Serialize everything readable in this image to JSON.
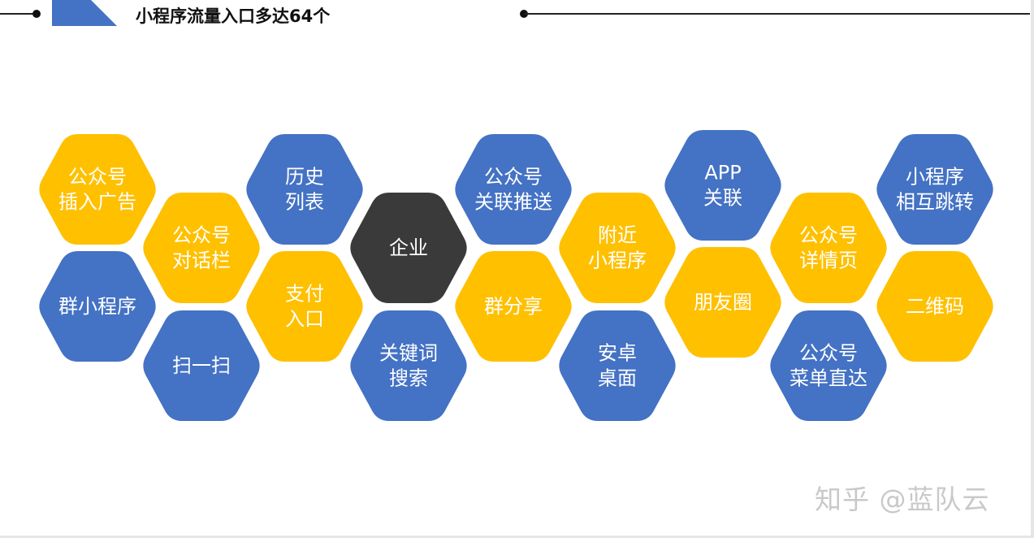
{
  "header": {
    "title": "小程序流量入口多达64个"
  },
  "colors": {
    "yellow": "#FFC000",
    "blue": "#4472C4",
    "dark": "#3A3A3A",
    "text": "#FFFFFF"
  },
  "hexagons": [
    {
      "id": "gzh-ads",
      "lines": [
        "公众号",
        "插入广告"
      ],
      "color": "yellow"
    },
    {
      "id": "qun",
      "lines": [
        "群小程序"
      ],
      "color": "blue"
    },
    {
      "id": "gzh-dialog",
      "lines": [
        "公众号",
        "对话栏"
      ],
      "color": "yellow"
    },
    {
      "id": "scan",
      "lines": [
        "扫一扫"
      ],
      "color": "blue"
    },
    {
      "id": "history",
      "lines": [
        "历史",
        "列表"
      ],
      "color": "blue"
    },
    {
      "id": "pay",
      "lines": [
        "支付",
        "入口"
      ],
      "color": "yellow"
    },
    {
      "id": "enterprise",
      "lines": [
        "企业"
      ],
      "color": "dark"
    },
    {
      "id": "keyword",
      "lines": [
        "关键词",
        "搜索"
      ],
      "color": "blue"
    },
    {
      "id": "gzh-push",
      "lines": [
        "公众号",
        "关联推送"
      ],
      "color": "blue"
    },
    {
      "id": "share",
      "lines": [
        "群分享"
      ],
      "color": "yellow"
    },
    {
      "id": "nearby",
      "lines": [
        "附近",
        "小程序"
      ],
      "color": "yellow"
    },
    {
      "id": "android",
      "lines": [
        "安卓",
        "桌面"
      ],
      "color": "blue"
    },
    {
      "id": "app",
      "lines": [
        "APP",
        "关联"
      ],
      "color": "blue"
    },
    {
      "id": "moments",
      "lines": [
        "朋友圈"
      ],
      "color": "yellow"
    },
    {
      "id": "gzh-detail",
      "lines": [
        "公众号",
        "详情页"
      ],
      "color": "yellow"
    },
    {
      "id": "gzh-menu",
      "lines": [
        "公众号",
        "菜单直达"
      ],
      "color": "blue"
    },
    {
      "id": "mp-jump",
      "lines": [
        "小程序",
        "相互跳转"
      ],
      "color": "blue"
    },
    {
      "id": "qrcode",
      "lines": [
        "二维码"
      ],
      "color": "yellow"
    }
  ],
  "watermark": "知乎 @蓝队云"
}
